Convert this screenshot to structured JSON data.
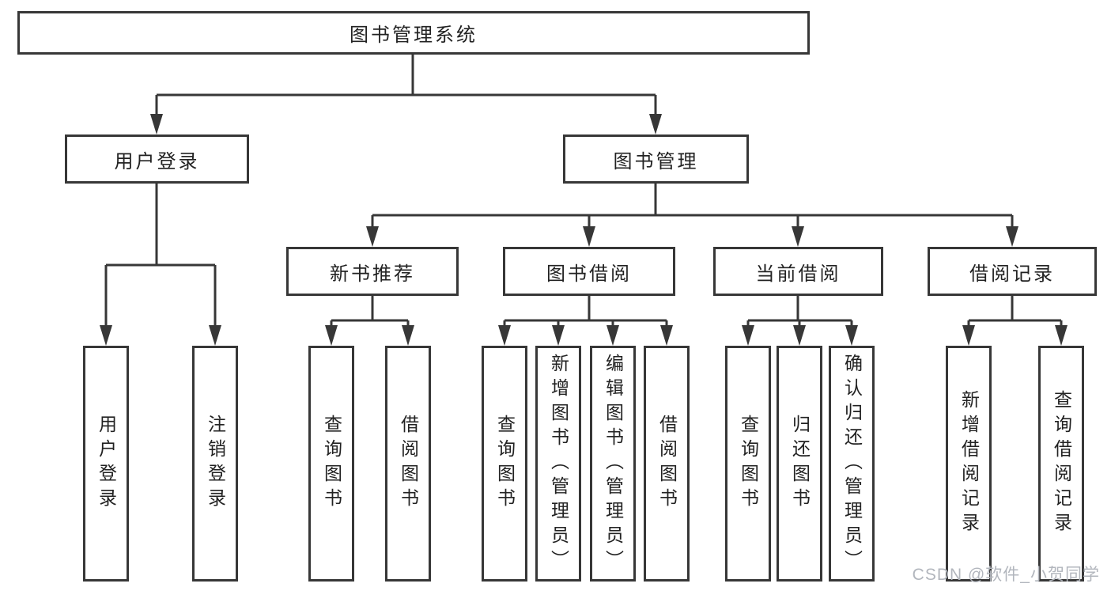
{
  "diagram": {
    "root": "图书管理系统",
    "level2": [
      "用户登录",
      "图书管理"
    ],
    "level3": [
      "新书推荐",
      "图书借阅",
      "当前借阅",
      "借阅记录"
    ],
    "leaves_user_login": [
      "用户登录",
      "注销登录"
    ],
    "leaves_new_book": [
      "查询图书",
      "借阅图书"
    ],
    "leaves_borrow": [
      "查询图书",
      "新增图书（管理员）",
      "编辑图书（管理员）",
      "借阅图书"
    ],
    "leaves_current": [
      "查询图书",
      "归还图书",
      "确认归还（管理员）"
    ],
    "leaves_record": [
      "新增借阅记录",
      "查询借阅记录"
    ]
  },
  "watermark": {
    "text": "CSDN @软件_小贺同学",
    "color": "#b2b6bd"
  },
  "colors": {
    "line": "#373737",
    "box_border": "#373737",
    "text": "#222222",
    "background": "#ffffff"
  }
}
